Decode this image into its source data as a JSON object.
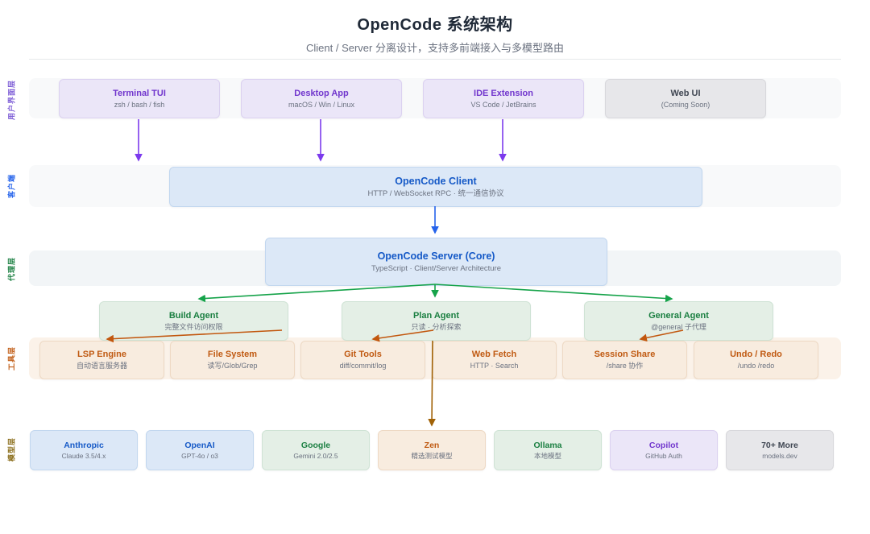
{
  "header": {
    "title": "OpenCode 系统架构",
    "subtitle": "Client / Server 分离设计，支持多前端接入与多模型路由"
  },
  "rails": {
    "ui": "用户界面层",
    "client": "客户端",
    "core": "代理层",
    "tools": "工具层",
    "models": "模型层"
  },
  "ui": {
    "boxes": [
      {
        "title": "Terminal TUI",
        "subtitle": "zsh / bash / fish"
      },
      {
        "title": "Desktop App",
        "subtitle": "macOS / Win / Linux"
      },
      {
        "title": "IDE Extension",
        "subtitle": "VS Code / JetBrains"
      },
      {
        "title": "Web UI",
        "subtitle": "(Coming Soon)"
      }
    ]
  },
  "client": {
    "title": "OpenCode Client",
    "subtitle": "HTTP / WebSocket RPC · 统一通信协议"
  },
  "server": {
    "title": "OpenCode Server (Core)",
    "subtitle": "TypeScript · Client/Server Architecture"
  },
  "agents": [
    {
      "title": "Build Agent",
      "subtitle": "完整文件访问权限"
    },
    {
      "title": "Plan Agent",
      "subtitle": "只读 · 分析探索"
    },
    {
      "title": "General Agent",
      "subtitle": "@general 子代理"
    }
  ],
  "tools": [
    {
      "title": "LSP Engine",
      "subtitle": "自动语言服务器"
    },
    {
      "title": "File System",
      "subtitle": "读写/Glob/Grep"
    },
    {
      "title": "Git Tools",
      "subtitle": "diff/commit/log"
    },
    {
      "title": "Web Fetch",
      "subtitle": "HTTP · Search"
    },
    {
      "title": "Session Share",
      "subtitle": "/share 协作"
    },
    {
      "title": "Undo / Redo",
      "subtitle": "/undo /redo"
    }
  ],
  "models": [
    {
      "title": "Anthropic",
      "subtitle": "Claude 3.5/4.x"
    },
    {
      "title": "OpenAI",
      "subtitle": "GPT-4o / o3"
    },
    {
      "title": "Google",
      "subtitle": "Gemini 2.0/2.5"
    },
    {
      "title": "Zen",
      "subtitle": "精选测试模型"
    },
    {
      "title": "Ollama",
      "subtitle": "本地模型"
    },
    {
      "title": "Copilot",
      "subtitle": "GitHub Auth"
    },
    {
      "title": "70+ More",
      "subtitle": "models.dev"
    }
  ],
  "colors": {
    "accent_purple": "#7c3aed",
    "accent_blue": "#2563eb",
    "accent_green": "#16a34a",
    "accent_orange": "#c2570e",
    "accent_olive": "#a16207"
  }
}
